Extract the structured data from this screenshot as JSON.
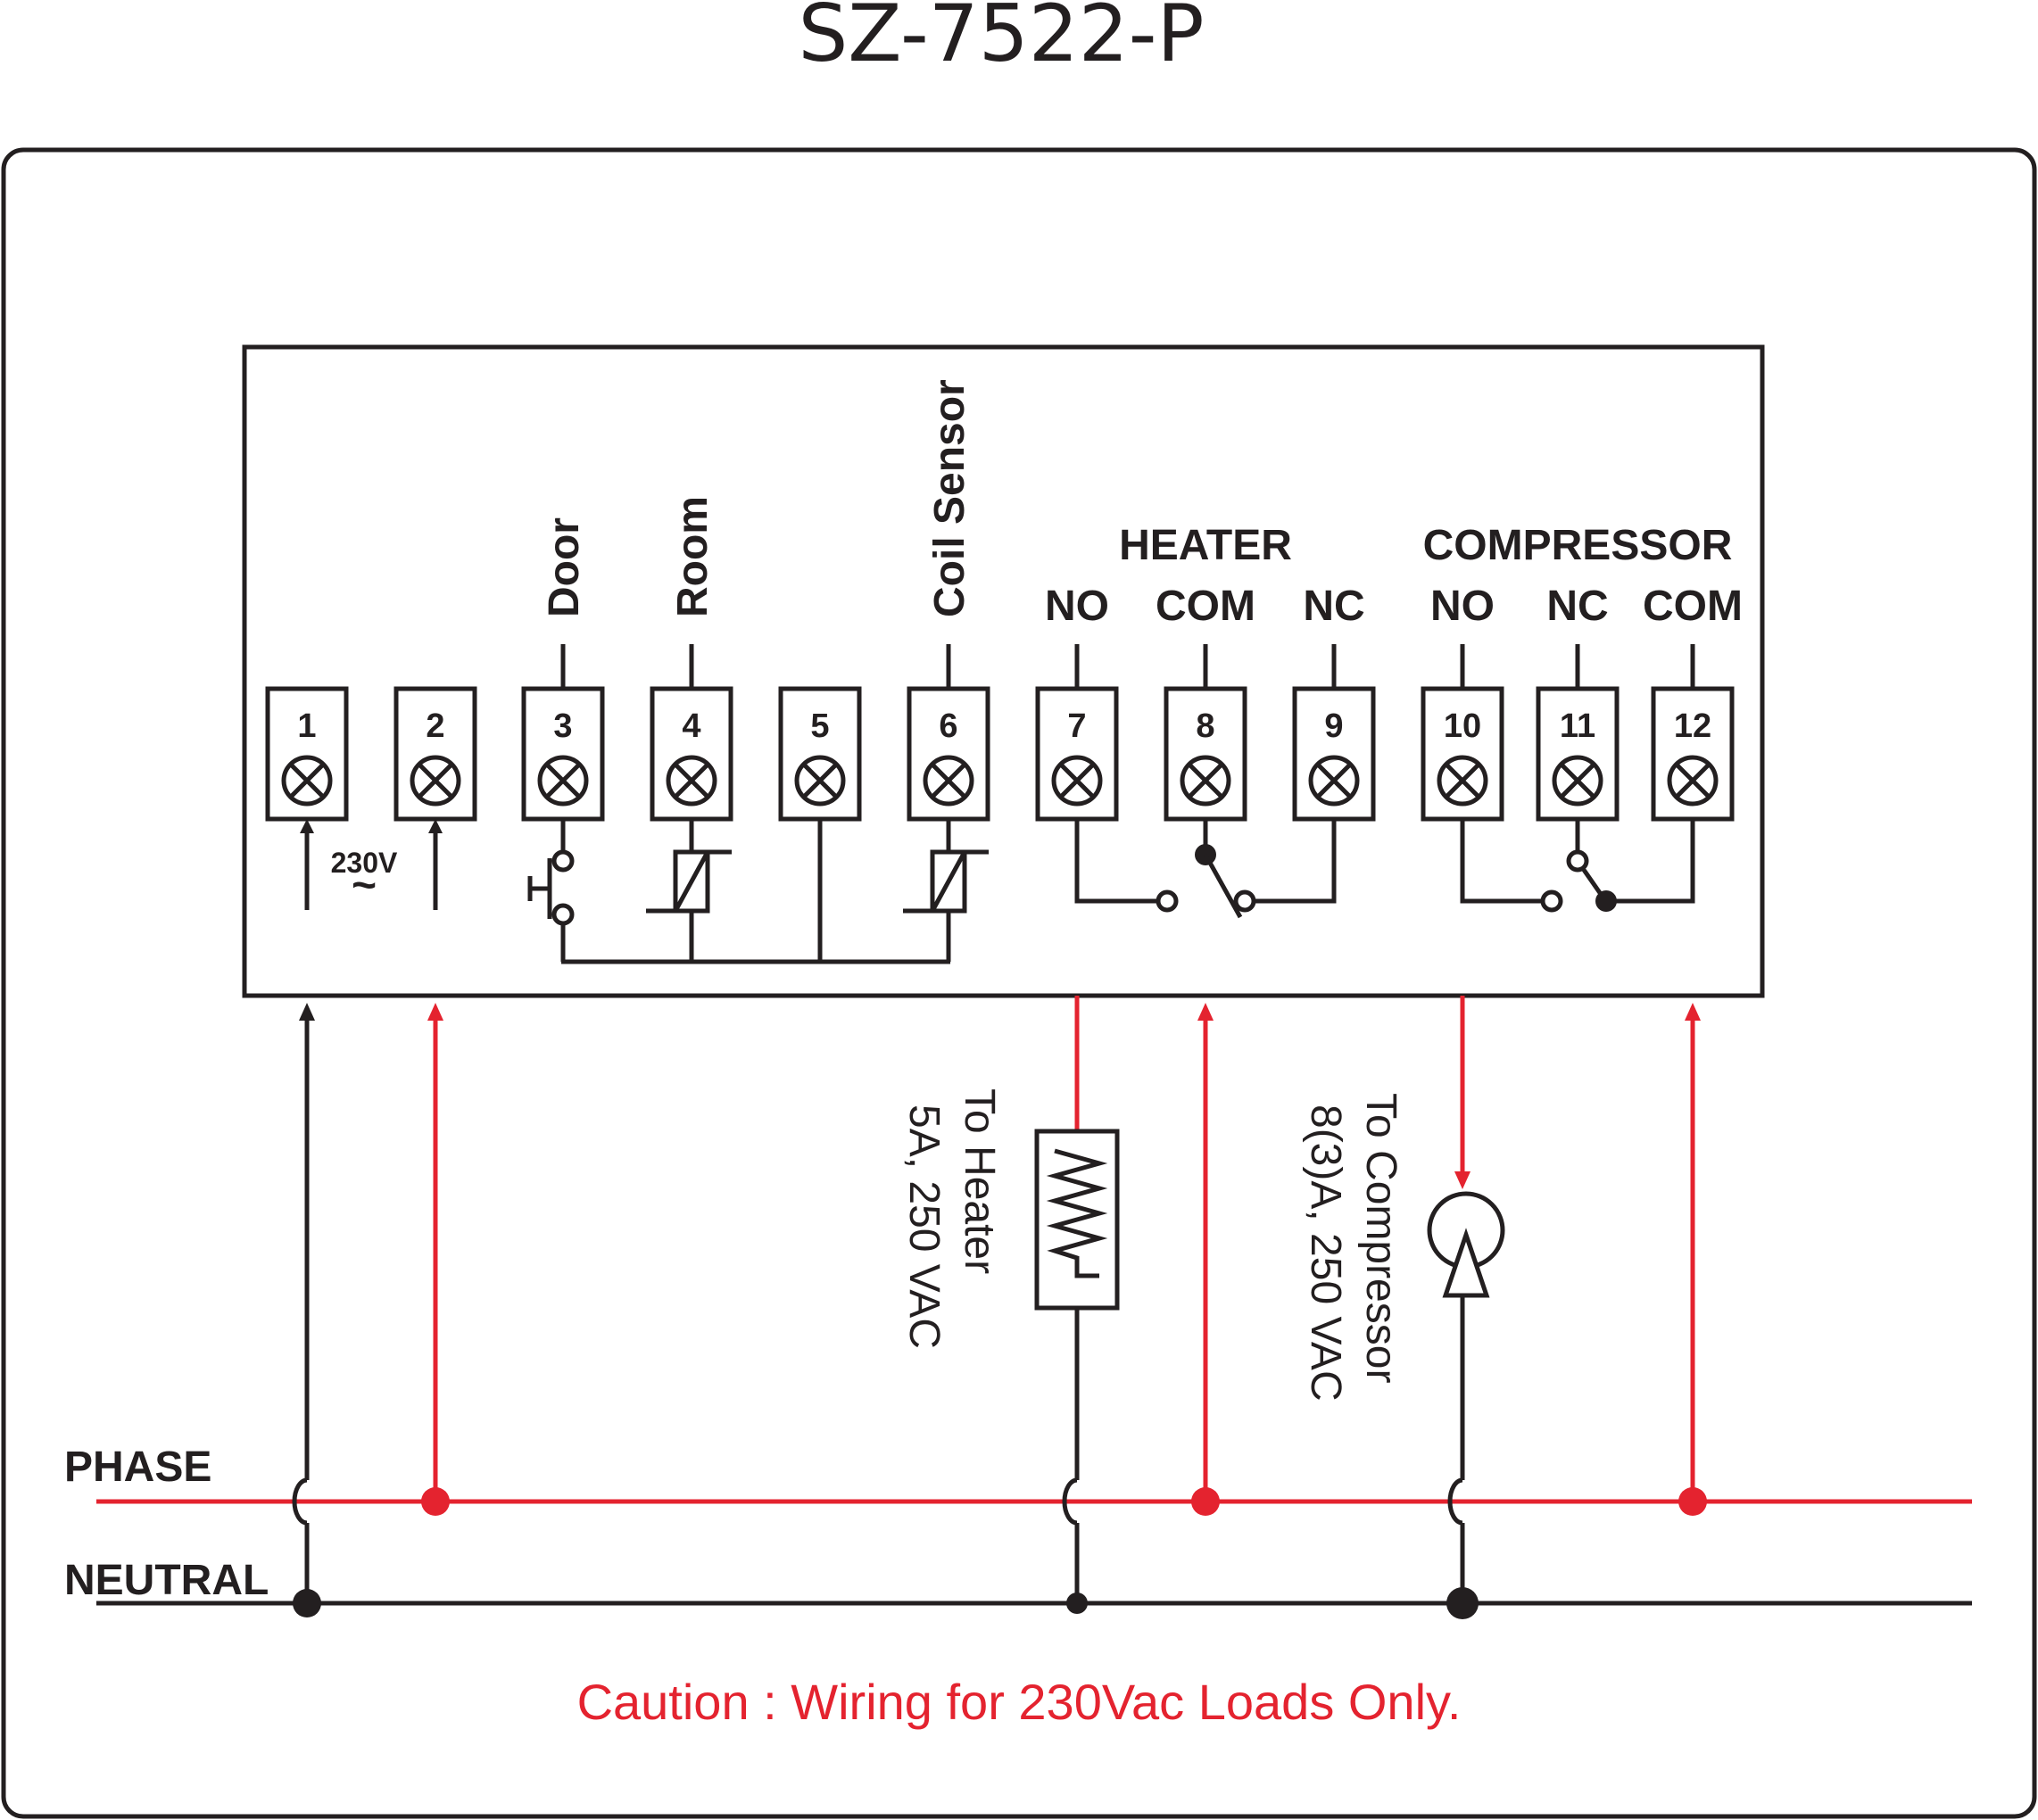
{
  "title": "SZ-7522-P",
  "terminals": [
    "1",
    "2",
    "3",
    "4",
    "5",
    "6",
    "7",
    "8",
    "9",
    "10",
    "11",
    "12"
  ],
  "supply_label": "230V",
  "supply_symbol": "~",
  "sensor_labels": {
    "door": "Door",
    "room": "Room",
    "coil": "Coil Sensor"
  },
  "heater": {
    "header": "HEATER",
    "no": "NO",
    "com": "COM",
    "nc": "NC"
  },
  "compressor": {
    "header": "COMPRESSOR",
    "no": "NO",
    "nc": "NC",
    "com": "COM"
  },
  "heater_load": {
    "line1": "To Heater",
    "line2": "5A, 250 VAC"
  },
  "compressor_load": {
    "line1": "To Compressor",
    "line2": "8(3)A, 250 VAC"
  },
  "bus": {
    "phase": "PHASE",
    "neutral": "NEUTRAL"
  },
  "caution": "Caution : Wiring for 230Vac Loads Only.",
  "colors": {
    "ink": "#231f20",
    "red": "#e4232f"
  }
}
